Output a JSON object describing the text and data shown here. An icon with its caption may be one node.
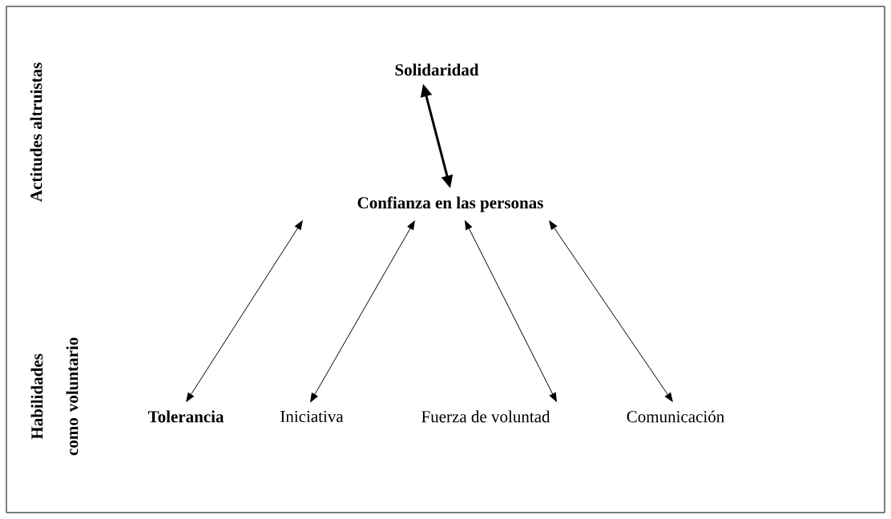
{
  "diagram": {
    "nodes": [
      {
        "text": [
          "Solidaridad"
        ]
      },
      {
        "text": [
          "Confianza en las personas"
        ]
      },
      {
        "text": [
          "Tolerancia"
        ]
      },
      {
        "text": [
          "Iniciativa"
        ]
      },
      {
        "text": [
          "Fuerza de voluntad"
        ]
      },
      {
        "text": [
          "Comunicación"
        ]
      }
    ],
    "edges": [
      {
        "from": 0,
        "to": 1,
        "arrow": "both",
        "style": "thick"
      },
      {
        "from": 1,
        "to": 2,
        "arrow": "both"
      },
      {
        "from": 1,
        "to": 3,
        "arrow": "both"
      },
      {
        "from": 1,
        "to": 4,
        "arrow": "both"
      },
      {
        "from": 1,
        "to": 5,
        "arrow": "both"
      }
    ],
    "labels": [
      "Actitudes altruistas",
      "Habilidades como voluntario"
    ]
  }
}
